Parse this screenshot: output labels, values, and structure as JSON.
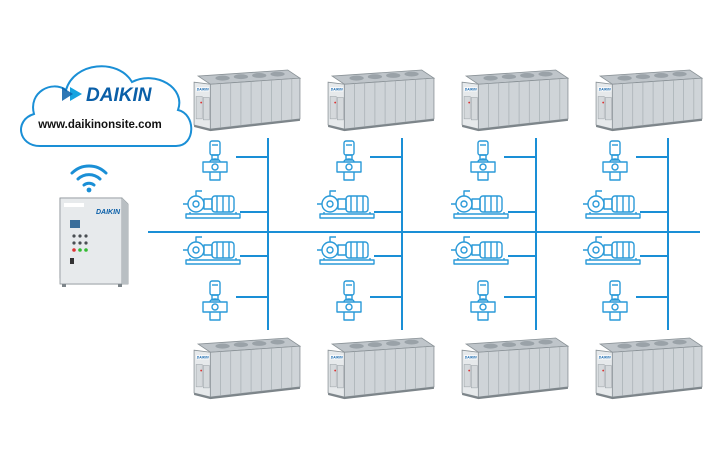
{
  "cloud": {
    "brand": "DAIKIN",
    "url": "www.daikinonsite.com"
  },
  "controller": {
    "brand": "DAIKIN"
  },
  "chiller_brand": "DAIKIN",
  "colors": {
    "pipe": "#1a8fd6",
    "cloud_stroke": "#1a8fd6",
    "brand_blue": "#0a5fa8",
    "wifi": "#1a8fd6",
    "chiller_body": "#d8dcdf",
    "pump_line": "#2a9ad8"
  },
  "icons": [
    "wifi-icon",
    "chiller-unit",
    "pump-icon",
    "valve-icon",
    "control-panel",
    "cloud"
  ]
}
